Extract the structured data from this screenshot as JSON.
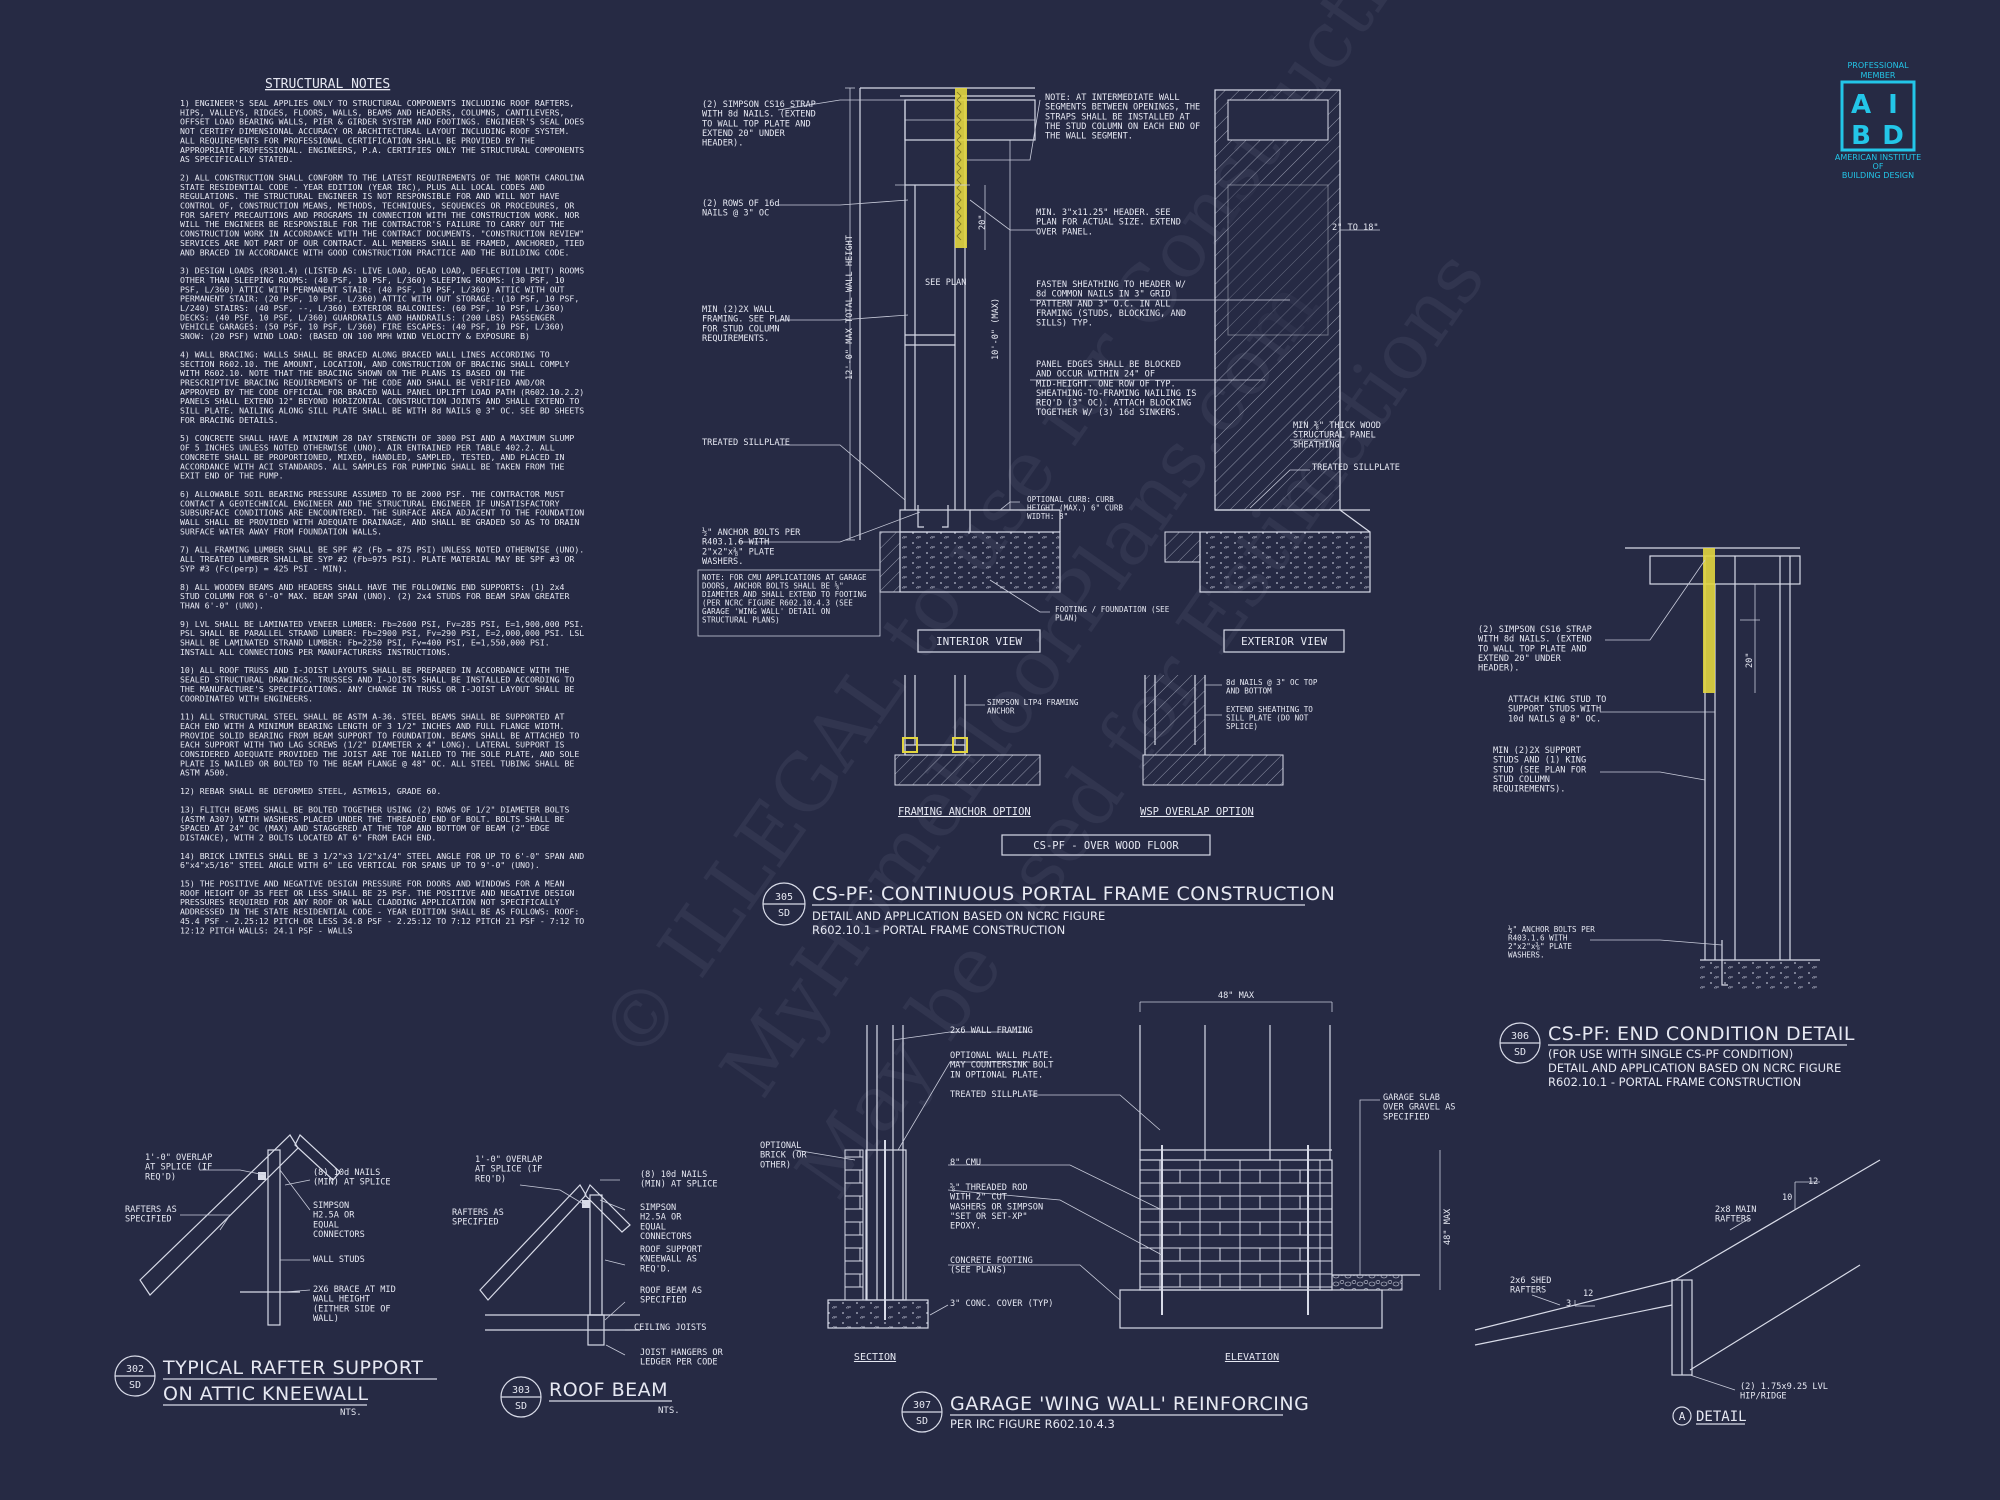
{
  "notes": {
    "heading": "STRUCTURAL NOTES",
    "paragraphs": [
      "1) ENGINEER'S SEAL APPLIES ONLY TO STRUCTURAL COMPONENTS INCLUDING ROOF RAFTERS, HIPS, VALLEYS, RIDGES, FLOORS, WALLS, BEAMS AND HEADERS, COLUMNS, CANTILEVERS, OFFSET LOAD BEARING WALLS, PIER & GIRDER SYSTEM AND FOOTINGS. ENGINEER'S SEAL DOES NOT CERTIFY DIMENSIONAL ACCURACY OR ARCHITECTURAL LAYOUT INCLUDING ROOF SYSTEM. ALL REQUIREMENTS FOR PROFESSIONAL CERTIFICATION SHALL BE PROVIDED BY THE APPROPRIATE PROFESSIONAL. ENGINEERS, P.A. CERTIFIES ONLY THE STRUCTURAL COMPONENTS AS SPECIFICALLY STATED.",
      "2) ALL CONSTRUCTION SHALL CONFORM TO THE LATEST REQUIREMENTS OF THE NORTH CAROLINA STATE RESIDENTIAL CODE - YEAR EDITION (YEAR IRC), PLUS ALL LOCAL CODES AND REGULATIONS. THE STRUCTURAL ENGINEER IS NOT RESPONSIBLE FOR AND WILL NOT HAVE CONTROL OF, CONSTRUCTION MEANS, METHODS, TECHNIQUES, SEQUENCES OR PROCEDURES, OR FOR SAFETY PRECAUTIONS AND PROGRAMS IN CONNECTION WITH THE CONSTRUCTION WORK. NOR WILL THE ENGINEER BE RESPONSIBLE FOR THE CONTRACTOR'S FAILURE TO CARRY OUT THE CONSTRUCTION WORK IN ACCORDANCE WITH THE CONTRACT DOCUMENTS. \"CONSTRUCTION REVIEW\" SERVICES ARE NOT PART OF OUR CONTRACT. ALL MEMBERS SHALL BE FRAMED, ANCHORED, TIED AND BRACED IN ACCORDANCE WITH GOOD CONSTRUCTION PRACTICE AND THE BUILDING CODE.",
      "3) DESIGN LOADS (R301.4) (LISTED AS: LIVE LOAD, DEAD LOAD, DEFLECTION LIMIT) ROOMS OTHER THAN SLEEPING ROOMS: (40 PSF, 10 PSF, L/360) SLEEPING ROOMS: (30 PSF, 10 PSF, L/360) ATTIC WITH PERMANENT STAIR: (40 PSF, 10 PSF, L/360) ATTIC WITH OUT PERMANENT STAIR: (20 PSF, 10 PSF, L/360) ATTIC WITH OUT STORAGE: (10 PSF, 10 PSF, L/240) STAIRS: (40 PSF, --, L/360) EXTERIOR BALCONIES: (60 PSF, 10 PSF, L/360) DECKS: (40 PSF, 10 PSF, L/360) GUARDRAILS AND HANDRAILS: (200 LBS) PASSENGER VEHICLE GARAGES: (50 PSF, 10 PSF, L/360) FIRE ESCAPES: (40 PSF, 10 PSF, L/360) SNOW: (20 PSF) WIND LOAD: (BASED ON 100 MPH WIND VELOCITY & EXPOSURE B)",
      "4) WALL BRACING: WALLS SHALL BE BRACED ALONG BRACED WALL LINES ACCORDING TO SECTION R602.10. THE AMOUNT, LOCATION, AND CONSTRUCTION OF BRACING SHALL COMPLY WITH R602.10. NOTE THAT THE BRACING SHOWN ON THE PLANS IS BASED ON THE PRESCRIPTIVE BRACING REQUIREMENTS OF THE CODE AND SHALL BE VERIFIED AND/OR APPROVED BY THE CODE OFFICIAL FOR BRACED WALL PANEL UPLIFT LOAD PATH (R602.10.2.2) PANELS SHALL EXTEND 12\" BEYOND HORIZONTAL CONSTRUCTION JOINTS AND SHALL EXTEND TO SILL PLATE. NAILING ALONG SILL PLATE SHALL BE WITH 8d NAILS @ 3\" OC. SEE BD SHEETS FOR BRACING DETAILS.",
      "5) CONCRETE SHALL HAVE A MINIMUM 28 DAY STRENGTH OF 3000 PSI AND A MAXIMUM SLUMP OF 5 INCHES UNLESS NOTED OTHERWISE (UNO). AIR ENTRAINED PER TABLE 402.2. ALL CONCRETE SHALL BE PROPORTIONED, MIXED, HANDLED, SAMPLED, TESTED, AND PLACED IN ACCORDANCE WITH ACI STANDARDS. ALL SAMPLES FOR PUMPING SHALL BE TAKEN FROM THE EXIT END OF THE PUMP.",
      "6) ALLOWABLE SOIL BEARING PRESSURE ASSUMED TO BE 2000 PSF. THE CONTRACTOR MUST CONTACT A GEOTECHNICAL ENGINEER AND THE STRUCTURAL ENGINEER IF UNSATISFACTORY SUBSURFACE CONDITIONS ARE ENCOUNTERED. THE SURFACE AREA ADJACENT TO THE FOUNDATION WALL SHALL BE PROVIDED WITH ADEQUATE DRAINAGE, AND SHALL BE GRADED SO AS TO DRAIN SURFACE WATER AWAY FROM FOUNDATION WALLS.",
      "7) ALL FRAMING LUMBER SHALL BE SPF #2 (Fb = 875 PSI) UNLESS NOTED OTHERWISE (UNO). ALL TREATED LUMBER SHALL BE SYP #2 (Fb=975 PSI). PLATE MATERIAL MAY BE SPF #3 OR SYP #3 (Fc(perp) = 425 PSI - MIN).",
      "8) ALL WOODEN BEAMS AND HEADERS SHALL HAVE THE FOLLOWING END SUPPORTS: (1) 2x4 STUD COLUMN FOR 6'-0\" MAX. BEAM SPAN (UNO). (2) 2x4 STUDS FOR BEAM SPAN GREATER THAN 6'-0\" (UNO).",
      "9) LVL SHALL BE LAMINATED VENEER LUMBER: Fb=2600 PSI, Fv=285 PSI, E=1,900,000 PSI. PSL SHALL BE PARALLEL STRAND LUMBER: Fb=2900 PSI, Fv=290 PSI, E=2,000,000 PSI. LSL SHALL BE LAMINATED STRAND LUMBER: Fb=2250 PSI, Fv=400 PSI, E=1,550,000 PSI. INSTALL ALL CONNECTIONS PER MANUFACTURERS INSTRUCTIONS.",
      "10) ALL ROOF TRUSS AND I-JOIST LAYOUTS SHALL BE PREPARED IN ACCORDANCE WITH THE SEALED STRUCTURAL DRAWINGS. TRUSSES AND I-JOISTS SHALL BE INSTALLED ACCORDING TO THE MANUFACTURE'S SPECIFICATIONS. ANY CHANGE IN TRUSS OR I-JOIST LAYOUT SHALL BE COORDINATED WITH ENGINEERS.",
      "11) ALL STRUCTURAL STEEL SHALL BE ASTM A-36. STEEL BEAMS SHALL BE SUPPORTED AT EACH END WITH A MINIMUM BEARING LENGTH OF 3 1/2\" INCHES AND FULL FLANGE WIDTH. PROVIDE SOLID BEARING FROM BEAM SUPPORT TO FOUNDATION. BEAMS SHALL BE ATTACHED TO EACH SUPPORT WITH TWO LAG SCREWS (1/2\" DIAMETER x 4\" LONG). LATERAL SUPPORT IS CONSIDERED ADEQUATE PROVIDED THE JOIST ARE TOE NAILED TO THE SOLE PLATE, AND SOLE PLATE IS NAILED OR BOLTED TO THE BEAM FLANGE @ 48\" OC. ALL STEEL TUBING SHALL BE ASTM A500.",
      "12) REBAR SHALL BE DEFORMED STEEL, ASTM615, GRADE 60.",
      "13) FLITCH BEAMS SHALL BE BOLTED TOGETHER USING (2) ROWS OF 1/2\" DIAMETER BOLTS (ASTM A307) WITH WASHERS PLACED UNDER THE THREADED END OF BOLT. BOLTS SHALL BE SPACED AT 24\" OC (MAX) AND STAGGERED AT THE TOP AND BOTTOM OF BEAM (2\" EDGE DISTANCE), WITH 2 BOLTS LOCATED AT 6\" FROM EACH END.",
      "14) BRICK LINTELS SHALL BE 3 1/2\"x3 1/2\"x1/4\" STEEL ANGLE FOR UP TO 6'-0\" SPAN AND 6\"x4\"x5/16\" STEEL ANGLE WITH 6\" LEG VERTICAL FOR SPANS UP TO 9'-0\" (UNO).",
      "15) THE POSITIVE AND NEGATIVE DESIGN PRESSURE FOR DOORS AND WINDOWS FOR A MEAN ROOF HEIGHT OF 35 FEET OR LESS SHALL BE 25 PSF. THE POSITIVE AND NEGATIVE DESIGN PRESSURES REQUIRED FOR ANY ROOF OR WALL CLADDING APPLICATION NOT SPECIFICALLY ADDRESSED IN THE STATE RESIDENTIAL CODE - YEAR EDITION SHALL BE AS FOLLOWS: ROOF: 45.4 PSF - 2.25:12 PITCH OR LESS 34.8 PSF - 2.25:12 TO 7:12 PITCH 21 PSF - 7:12 TO 12:12 PITCH WALLS: 24.1 PSF - WALLS"
    ]
  },
  "logo": {
    "top_line1": "PROFESSIONAL",
    "top_line2": "MEMBER",
    "letters": [
      "A",
      "I",
      "B",
      "D"
    ],
    "org_line1": "AMERICAN INSTITUTE",
    "org_line2": "OF",
    "org_line3": "BUILDING DESIGN"
  },
  "watermark": {
    "line1": "© ILLEGAL to use for Construction",
    "line2": "MyHomeFloorPlans.com",
    "line3": "May be used for Estimations"
  },
  "details": {
    "d305": {
      "num": "305",
      "sheet": "SD",
      "title": "CS-PF: CONTINUOUS PORTAL FRAME CONSTRUCTION",
      "sub1": "DETAIL AND APPLICATION BASED ON NCRC FIGURE",
      "sub2": "R602.10.1 - PORTAL FRAME CONSTRUCTION",
      "labels": {
        "strap": "(2) SIMPSON CS16 STRAP WITH 8d NAILS. (EXTEND TO WALL TOP PLATE AND EXTEND 20\" UNDER HEADER).",
        "rows": "(2) ROWS OF 16d NAILS @ 3\" OC",
        "min_wall": "MIN (2)2X WALL FRAMING. SEE PLAN FOR STUD COLUMN REQUIREMENTS.",
        "sill": "TREATED SILLPLATE",
        "anchor": "½\" ANCHOR BOLTS PER R403.1.6 WITH 2\"x2\"x⅜\" PLATE WASHERS.",
        "cmu_note": "NOTE: FOR CMU APPLICATIONS AT GARAGE DOORS, ANCHOR BOLTS SHALL BE ⅝\" DIAMETER AND SHALL EXTEND TO FOOTING (PER NCRC FIGURE R602.10.4.3 (SEE GARAGE 'WING WALL' DETAIL ON STRUCTURAL PLANS)",
        "note_inter": "NOTE: AT INTERMEDIATE WALL SEGMENTS BETWEEN OPENINGS, THE STRAPS SHALL BE INSTALLED AT THE STUD COLUMN ON EACH END OF THE WALL SEGMENT.",
        "header": "MIN. 3\"x11.25\" HEADER. SEE PLAN FOR ACTUAL SIZE. EXTEND OVER PANEL.",
        "fasten": "FASTEN SHEATHING TO HEADER W/ 8d COMMON NAILS IN 3\" GRID PATTERN AND 3\" O.C. IN ALL FRAMING (STUDS, BLOCKING, AND SILLS) TYP.",
        "panel_edges": "PANEL EDGES SHALL BE BLOCKED AND OCCUR WITHIN 24\" OF MID-HEIGHT. ONE ROW OF TYP. SHEATHING-TO-FRAMING NAILING IS REQ'D (3\" OC). ATTACH BLOCKING TOGETHER W/ (3) 16d SINKERS.",
        "min_thick": "MIN ⅜\" THICK WOOD STRUCTURAL PANEL SHEATHING",
        "treated2": "TREATED SILLPLATE",
        "curb": "OPTIONAL CURB: CURB HEIGHT (MAX.) 6\" CURB WIDTH: 8\"",
        "footing": "FOOTING / FOUNDATION (SEE PLAN)",
        "dim_see_plan": "SEE PLAN",
        "dim_20": "20\"",
        "dim_12": "12'-0\" MAX TOTAL WALL HEIGHT",
        "dim_10": "10'-0\" (MAX)",
        "dim_2to18": "2\" TO 18\"",
        "interior": "INTERIOR VIEW",
        "exterior": "EXTERIOR VIEW",
        "simpson_ltp4": "SIMPSON LTP4 FRAMING ANCHOR",
        "nails8d": "8d NAILS @ 3\" OC TOP AND BOTTOM",
        "extend_sheath": "EXTEND SHEATHING TO SILL PLATE (DO NOT SPLICE)",
        "framing_anchor": "FRAMING ANCHOR OPTION",
        "wsp_overlap": "WSP OVERLAP OPTION",
        "over_wood": "CS-PF - OVER WOOD FLOOR"
      }
    },
    "d306": {
      "num": "306",
      "sheet": "SD",
      "title": "CS-PF: END CONDITION DETAIL",
      "sub1": "(FOR USE WITH SINGLE CS-PF CONDITION)",
      "sub2": "DETAIL AND APPLICATION BASED ON NCRC FIGURE",
      "sub3": "R602.10.1 - PORTAL FRAME CONSTRUCTION",
      "labels": {
        "strap": "(2) SIMPSON CS16 STRAP WITH 8d NAILS. (EXTEND TO WALL TOP PLATE AND EXTEND 20\" UNDER HEADER).",
        "king": "ATTACH KING STUD TO SUPPORT STUDS WITH 10d NAILS @ 8\" OC.",
        "min_support": "MIN (2)2X SUPPORT STUDS AND (1) KING STUD (SEE PLAN FOR STUD COLUMN REQUIREMENTS).",
        "anchor": "½\" ANCHOR BOLTS PER R403.1.6 WITH 2\"x2\"x⅜\" PLATE WASHERS.",
        "dim_20": "20\""
      }
    },
    "d302": {
      "num": "302",
      "sheet": "SD",
      "title1": "TYPICAL RAFTER SUPPORT",
      "title2": "ON ATTIC KNEEWALL",
      "nts": "NTS.",
      "labels": {
        "overlap": "1'-0\" OVERLAP AT SPLICE (IF REQ'D)",
        "rafters": "RAFTERS AS SPECIFIED",
        "nails": "(8) 10d NAILS (MIN) AT SPLICE",
        "simpson": "SIMPSON H2.5A OR EQUAL CONNECTORS",
        "studs": "WALL STUDS",
        "brace": "2X6 BRACE AT MID WALL HEIGHT (EITHER SIDE OF WALL)"
      }
    },
    "d303": {
      "num": "303",
      "sheet": "SD",
      "title": "ROOF BEAM",
      "nts": "NTS.",
      "labels": {
        "overlap": "1'-0\" OVERLAP AT SPLICE (IF REQ'D)",
        "rafters": "RAFTERS AS SPECIFIED",
        "nails": "(8) 10d NAILS (MIN) AT SPLICE",
        "simpson": "SIMPSON H2.5A OR EQUAL CONNECTORS",
        "support": "ROOF SUPPORT KNEEWALL AS REQ'D.",
        "beam": "ROOF BEAM AS SPECIFIED",
        "ceiling": "CEILING JOISTS",
        "hangers": "JOIST HANGERS OR LEDGER PER CODE"
      }
    },
    "d307": {
      "num": "307",
      "sheet": "SD",
      "title": "GARAGE 'WING WALL' REINFORCING",
      "sub": "PER IRC FIGURE R602.10.4.3",
      "labels": {
        "framing": "2x6 WALL FRAMING",
        "opt_plate": "OPTIONAL WALL PLATE. MAY COUNTERSINK BOLT IN OPTIONAL PLATE.",
        "sill": "TREATED SILLPLATE",
        "brick": "OPTIONAL BRICK (OR OTHER)",
        "cmu": "8\" CMU",
        "rod": "⅝\" THREADED ROD WITH 2\" CUT WASHERS OR SIMPSON \"SET OR SET-XP\" EPOXY.",
        "footing": "CONCRETE FOOTING (SEE PLANS)",
        "cover": "3\" CONC. COVER (TYP)",
        "slab": "GARAGE SLAB OVER GRAVEL AS SPECIFIED",
        "dim_48max": "48\" MAX",
        "dim_48v": "48\" MAX",
        "section": "SECTION",
        "elevation": "ELEVATION"
      }
    },
    "dA": {
      "letter": "A",
      "title": "DETAIL",
      "labels": {
        "main": "2x8 MAIN RAFTERS",
        "shed": "2x6 SHED RAFTERS",
        "lvl": "(2) 1.75x9.25 LVL HIP/RIDGE",
        "pitch12a": "12",
        "pitch10": "10",
        "pitch12b": "12",
        "pitch3": "3"
      }
    }
  }
}
